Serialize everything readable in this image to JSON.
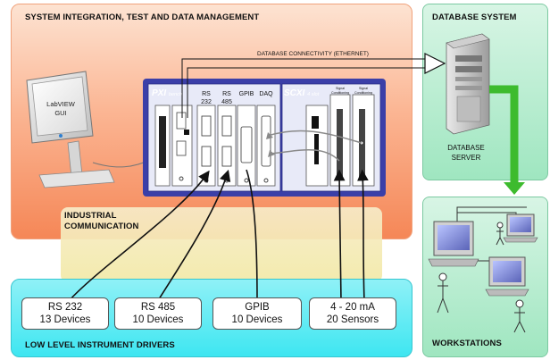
{
  "panels": {
    "system": "SYSTEM INTEGRATION, TEST AND DATA MANAGEMENT",
    "database": "DATABASE SYSTEM",
    "industrial": "INDUSTRIAL\nCOMMUNICATION",
    "industrial_l1": "INDUSTRIAL",
    "industrial_l2": "COMMUNICATION",
    "low_level": "LOW LEVEL INSTRUMENT DRIVERS",
    "workstations": "WORKSTATIONS"
  },
  "pc": {
    "line1": "LabVIEW",
    "line2": "GUI"
  },
  "connectivity": "DATABASE CONNECTIVITY (ETHERNET)",
  "server": {
    "line1": "DATABASE",
    "line2": "SERVER"
  },
  "chassis": {
    "pxi": "PXI",
    "pxi_sub": "bench",
    "modules": [
      {
        "l1": "RS",
        "l2": "232"
      },
      {
        "l1": "RS",
        "l2": "485"
      },
      {
        "l1": "GPIB",
        "l2": ""
      },
      {
        "l1": "DAQ",
        "l2": ""
      }
    ],
    "scxi": "SCXI",
    "scxi_sub": "4 slot",
    "signal_cond": {
      "l1": "Signal",
      "l2": "Conditioning"
    }
  },
  "boxes": [
    {
      "l1": "RS 232",
      "l2": "13 Devices"
    },
    {
      "l1": "RS 485",
      "l2": "10 Devices"
    },
    {
      "l1": "GPIB",
      "l2": "10 Devices"
    },
    {
      "l1": "4 - 20 mA",
      "l2": "20 Sensors"
    }
  ],
  "colors": {
    "system_panel": "#f58757",
    "database_panel": "#9fe6c0",
    "low_level_panel": "#3ee6f1",
    "industrial_panel": "#f2e9a6",
    "chassis_frame": "#3b3fa8",
    "green_arrow": "#3dbb2e"
  }
}
